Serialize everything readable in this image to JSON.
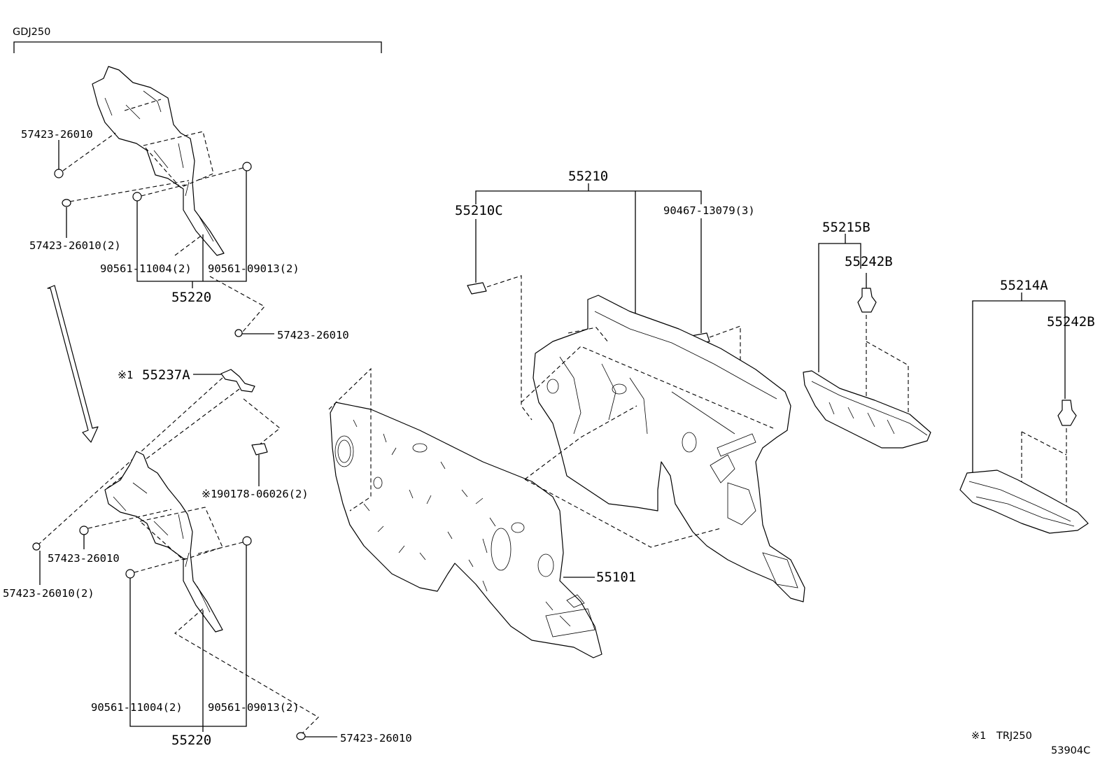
{
  "header": {
    "model_code": "GDJ250"
  },
  "labels": {
    "top_group": {
      "clip_a": "57423-26010",
      "clip_b": "57423-26010(2)",
      "bolt_a": "90561-11004(2)",
      "bolt_b": "90561-09013(2)",
      "assembly": "55220",
      "clip_c": "57423-26010"
    },
    "bottom_group": {
      "bracket": "55237A",
      "bracket_mark": "※1",
      "screw": "90178-06026(2)",
      "screw_mark": "※1",
      "clip_a": "57423-26010",
      "clip_b": "57423-26010(2)",
      "bolt_a": "90561-11004(2)",
      "bolt_b": "90561-09013(2)",
      "assembly": "55220",
      "clip_c": "57423-26010"
    },
    "dash_panel": "55101",
    "insulator_group": {
      "assembly": "55210",
      "clip": "55210C",
      "bolt": "90467-13079(3)"
    },
    "right_insulator_1": {
      "assembly": "55215B",
      "clip": "55242B"
    },
    "right_insulator_2": {
      "assembly": "55214A",
      "clip": "55242B"
    }
  },
  "footer": {
    "note_mark": "※1",
    "note_text": "TRJ250",
    "diagram_id": "53904C"
  }
}
